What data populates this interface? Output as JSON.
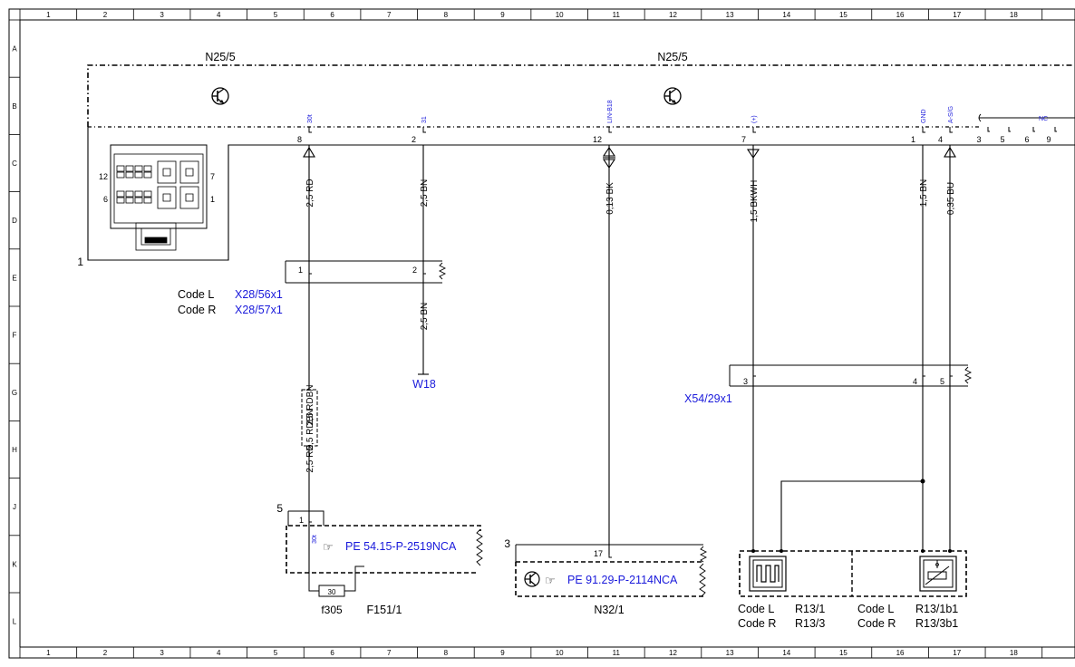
{
  "grid": {
    "columns": [
      "1",
      "2",
      "3",
      "4",
      "5",
      "6",
      "7",
      "8",
      "9",
      "10",
      "11",
      "12",
      "13",
      "14",
      "15",
      "16",
      "17",
      "18"
    ],
    "rows": [
      "A",
      "B",
      "C",
      "D",
      "E",
      "F",
      "G",
      "H",
      "J",
      "K",
      "L"
    ]
  },
  "module": {
    "name_left": "N25/5",
    "name_right": "N25/5",
    "connector_label": "1",
    "connector_row_top_a": "12",
    "connector_row_top_b": "7",
    "connector_row_bottom_a": "6",
    "connector_row_bottom_b": "1"
  },
  "pins": [
    {
      "num": "8",
      "signal": "30t",
      "wire": "2,5 RD"
    },
    {
      "num": "2",
      "signal": "31",
      "wire": "2,5 BN"
    },
    {
      "num": "12",
      "signal": "LIN-B18",
      "wire": "0,13 BK"
    },
    {
      "num": "7",
      "signal": "(+)",
      "wire": "1,5 BKWH"
    },
    {
      "num": "1",
      "signal": "GND",
      "wire": "1,5 BN"
    },
    {
      "num": "4",
      "signal": "A-S/G",
      "wire": "0,35 BU"
    }
  ],
  "extra_pins": [
    "3",
    "5",
    "6",
    "9"
  ],
  "nc_label": "NC",
  "connector_x28": {
    "pin_a": "1",
    "pin_b": "2",
    "code_l": "Code L",
    "code_r": "Code R",
    "ref_l": "X28/56x1",
    "ref_r": "X28/57x1"
  },
  "w18": {
    "wire": "2,5 BN",
    "ref": "W18"
  },
  "x54": {
    "ref": "X54/29x1",
    "pin_a": "3",
    "pin_b": "4",
    "pin_c": "5"
  },
  "red_wire": {
    "upper": "2,5 RDBN",
    "alt": "2,5 RDBN",
    "lower": "2,5 RD",
    "bottom": "2,5 RD"
  },
  "fuse_block": {
    "label_num": "5",
    "pin": "1",
    "signal": "30t",
    "link": "PE 54.15-P-2519NCA",
    "fuse_num": "30",
    "fuse_ref": "f305",
    "ref": "F151/1"
  },
  "n32": {
    "label_num": "3",
    "pin": "17",
    "link": "PE 91.29-P-2114NCA",
    "ref": "N32/1"
  },
  "r13": {
    "code_l": "Code L",
    "code_r": "Code R",
    "ref_a_l": "R13/1",
    "ref_a_r": "R13/3",
    "code_l2": "Code L",
    "code_r2": "Code R",
    "ref_b_l": "R13/1b1",
    "ref_b_r": "R13/3b1"
  }
}
